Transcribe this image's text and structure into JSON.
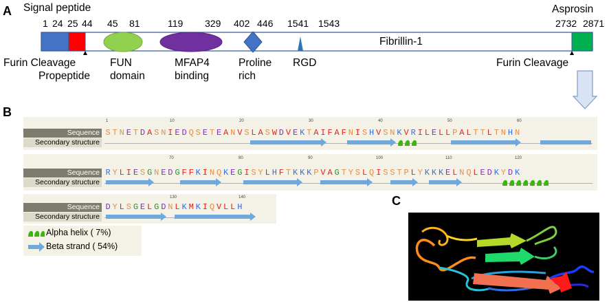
{
  "panels": {
    "a": "A",
    "b": "B",
    "c": "C"
  },
  "panel_a": {
    "signal_peptide": "Signal peptide",
    "asprosin": "Asprosin",
    "protein": "Fibrillin-1",
    "numbers": {
      "n1": "1",
      "n24": "24",
      "n25": "25",
      "n44": "44",
      "n45": "45",
      "n81": "81",
      "n119": "119",
      "n329": "329",
      "n402": "402",
      "n446": "446",
      "n1541": "1541",
      "n1543": "1543",
      "n2732": "2732",
      "n2871": "2871"
    },
    "labels": {
      "furin_left": "Furin Cleavage",
      "propeptide": "Propeptide",
      "fun1": "FUN",
      "fun2": "domain",
      "mfap1": "MFAP4",
      "mfap2": "binding",
      "proline1": "Proline",
      "proline2": "rich",
      "rgd": "RGD",
      "furin_right": "Furin Cleavage"
    },
    "colors": {
      "signal": "#4472c4",
      "propeptide": "#ff0000",
      "fun": "#92d050",
      "mfap4": "#7030a0",
      "proline": "#4472c4",
      "rgd": "#2e75b6",
      "asprosin": "#00b050",
      "bar_border": "#2f5597",
      "arrow": "#dae3f3"
    }
  },
  "panel_b": {
    "row_labels": {
      "sequence": "Sequence",
      "secondary": "Secondary structure"
    },
    "rows": [
      {
        "sequence": "STNETDASNIEDQSETEANVSLASWDVEKTAIFAFNISHVSNKVRILELLPALTTLTNHN",
        "ruler": [
          "1",
          "10",
          "20",
          "30",
          "40",
          "50",
          "60"
        ]
      },
      {
        "sequence": "RYLIESGNEDGFFKINQKEGISYLHFTKKKPVAGTYSLQISSTPLYKKKELNQLEDKYDK",
        "ruler": [
          "70",
          "80",
          "90",
          "100",
          "110",
          "120"
        ]
      },
      {
        "sequence": "DYLSGELGDNLKMKIQVLLH",
        "ruler": [
          "130",
          "140"
        ]
      }
    ],
    "legend": {
      "alpha": "Alpha helix ( 7%)",
      "beta": "Beta strand ( 54%)"
    },
    "colors": {
      "helix": "#3cb50e",
      "strand": "#6fa8dc"
    }
  },
  "residue_colors": {
    "hydrophobic": "#e2231a",
    "polar": "#e38f4a",
    "positive": "#3a6fd8",
    "negative": "#7b2fbd",
    "special": "#2f8f2f"
  }
}
